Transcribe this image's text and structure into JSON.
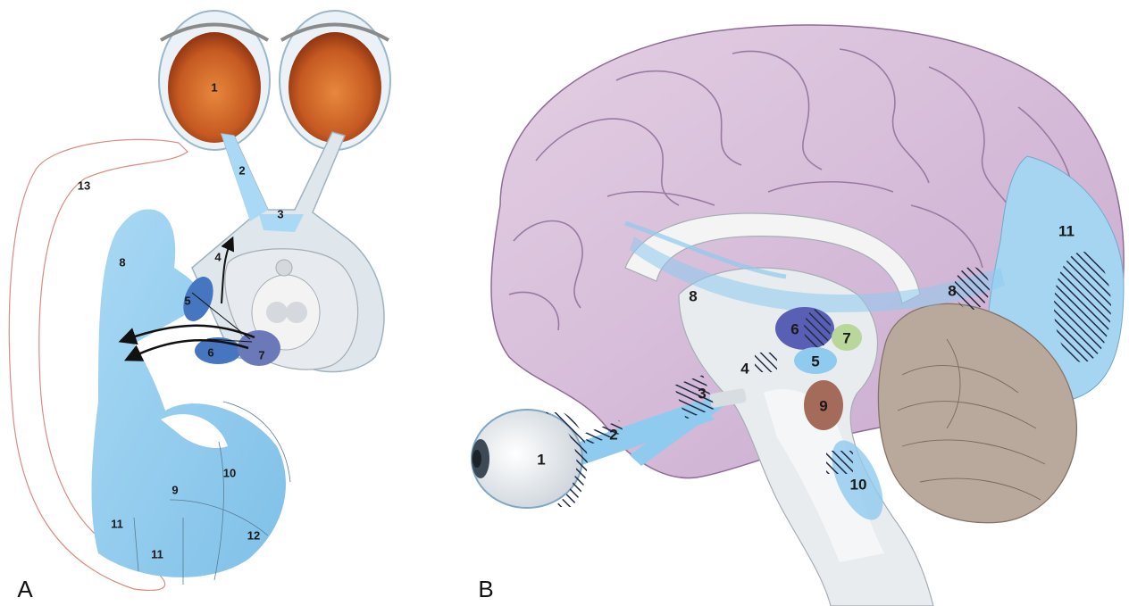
{
  "panels": [
    {
      "letter": "A",
      "labels": [
        "1",
        "2",
        "3",
        "4",
        "5",
        "6",
        "7",
        "8",
        "9",
        "10",
        "11",
        "11",
        "12",
        "13"
      ]
    },
    {
      "letter": "B",
      "labels": [
        "1",
        "2",
        "3",
        "4",
        "5",
        "6",
        "7",
        "8",
        "8",
        "9",
        "10",
        "11"
      ]
    }
  ],
  "colors": {
    "visual_pathway_blue": "#8ecbee",
    "brain_lilac": "#dcc3dd",
    "cerebellum_taupe": "#b9a99c",
    "retina_orange": "#c65a22",
    "nucleus_dark_blue": "#4676c0",
    "nucleus_violet": "#5a5fb6",
    "nucleus_green": "#b9d79a",
    "nucleus_red_brown": "#a46a5a",
    "hatch": "#1f2a44"
  },
  "icons": [
    "eye-icon",
    "arrow-icon"
  ]
}
